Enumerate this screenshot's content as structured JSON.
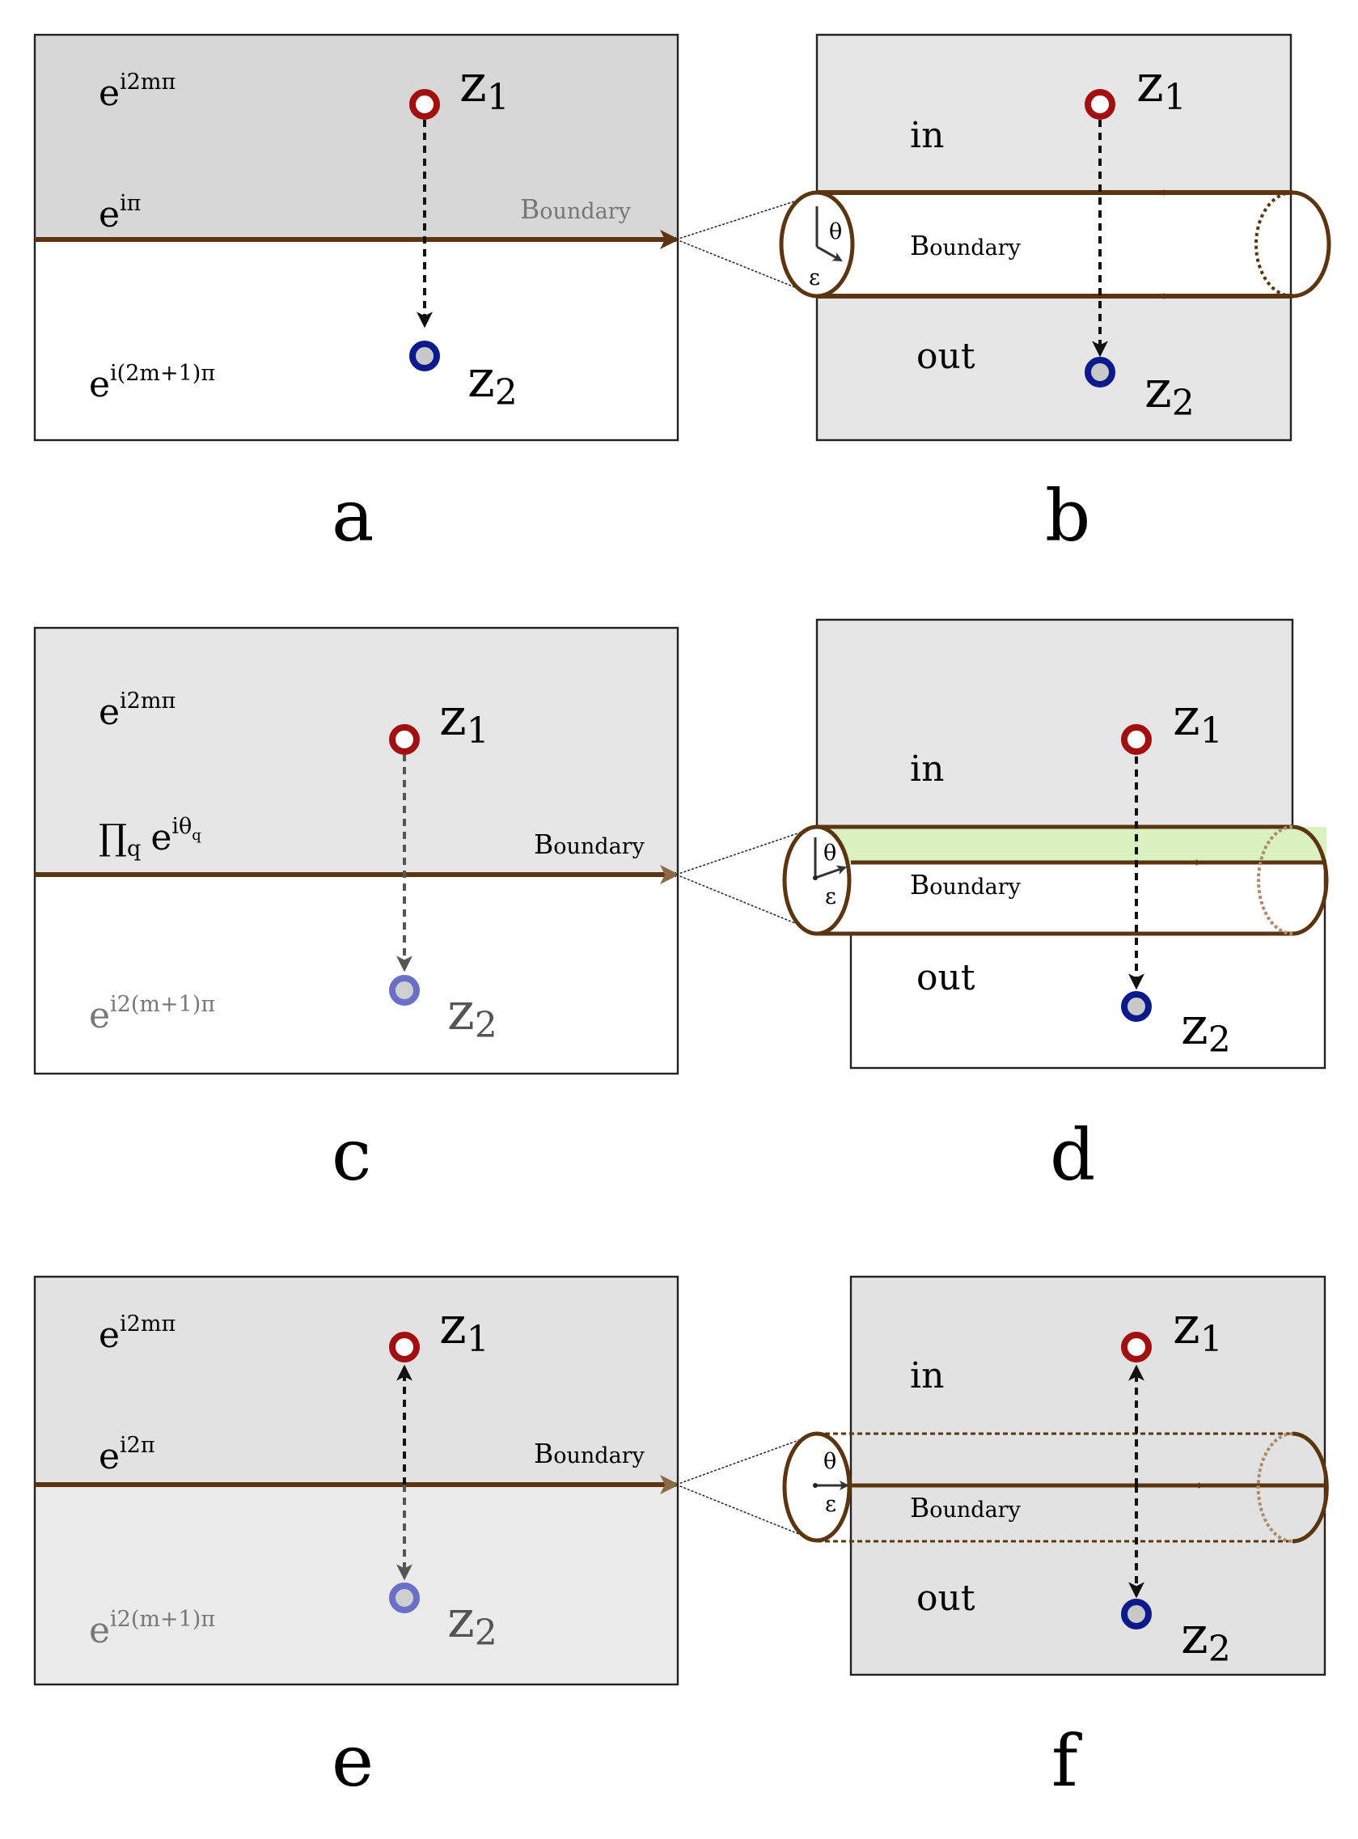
{
  "colors": {
    "boundary": "#5c3510",
    "z1": "#a30f0f",
    "z2": "#0a1a8c",
    "shade_dark": "#d7d7d7",
    "shade_light": "#e6e6e6",
    "green": "#d9f2bf"
  },
  "panels": [
    {
      "letter": "a",
      "phase_top": "e",
      "phase_top_sup": "i2mπ",
      "phase_mid": "e",
      "phase_mid_sup": "iπ",
      "phase_bottom": "e",
      "phase_bottom_sup": "i(2m+1)π",
      "boundary_big": "B",
      "boundary_small": "oundary",
      "z1": "z",
      "z1_sub": "1",
      "z2": "z",
      "z2_sub": "2"
    },
    {
      "letter": "b",
      "in_label": "in",
      "out_label": "out",
      "theta": "θ",
      "epsilon": "ε",
      "boundary_big": "B",
      "boundary_small": "oundary",
      "z1": "z",
      "z1_sub": "1",
      "z2": "z",
      "z2_sub": "2"
    },
    {
      "letter": "c",
      "phase_top": "e",
      "phase_top_sup": "i2mπ",
      "phase_mid_prod": "∏",
      "phase_mid_prod_sub": "q",
      "phase_mid": "e",
      "phase_mid_sup": "iθ",
      "phase_mid_sup_sub": "q",
      "phase_bottom": "e",
      "phase_bottom_sup": "i2(m+1)π",
      "boundary_big": "B",
      "boundary_small": "oundary",
      "z1": "z",
      "z1_sub": "1",
      "z2": "z",
      "z2_sub": "2"
    },
    {
      "letter": "d",
      "in_label": "in",
      "out_label": "out",
      "theta": "θ",
      "epsilon": "ε",
      "boundary_big": "B",
      "boundary_small": "oundary",
      "z1": "z",
      "z1_sub": "1",
      "z2": "z",
      "z2_sub": "2"
    },
    {
      "letter": "e",
      "phase_top": "e",
      "phase_top_sup": "i2mπ",
      "phase_mid": "e",
      "phase_mid_sup": "i2π",
      "phase_bottom": "e",
      "phase_bottom_sup": "i2(m+1)π",
      "boundary_big": "B",
      "boundary_small": "oundary",
      "z1": "z",
      "z1_sub": "1",
      "z2": "z",
      "z2_sub": "2"
    },
    {
      "letter": "f",
      "in_label": "in",
      "out_label": "out",
      "theta": "θ",
      "epsilon": "ε",
      "boundary_big": "B",
      "boundary_small": "oundary",
      "z1": "z",
      "z1_sub": "1",
      "z2": "z",
      "z2_sub": "2"
    }
  ]
}
